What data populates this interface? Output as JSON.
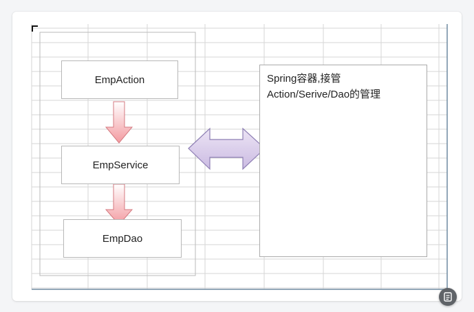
{
  "diagram": {
    "layers": [
      {
        "label": "EmpAction"
      },
      {
        "label": "EmpService"
      },
      {
        "label": "EmpDao"
      }
    ],
    "container_note": {
      "line1": "Spring容器,接管",
      "line2": "Action/Serive/Dao的管理"
    }
  },
  "colors": {
    "grid_line": "#d5d5d5",
    "down_arrow_top": "#ffffff",
    "down_arrow_bottom": "#f39aa0",
    "down_arrow_stroke": "#d47a80",
    "double_arrow_fill": "#d9cbe9",
    "double_arrow_stroke": "#8e7fb4",
    "frame_line": "#6f8aa0"
  },
  "icons": {
    "floating_button": "document-icon"
  }
}
